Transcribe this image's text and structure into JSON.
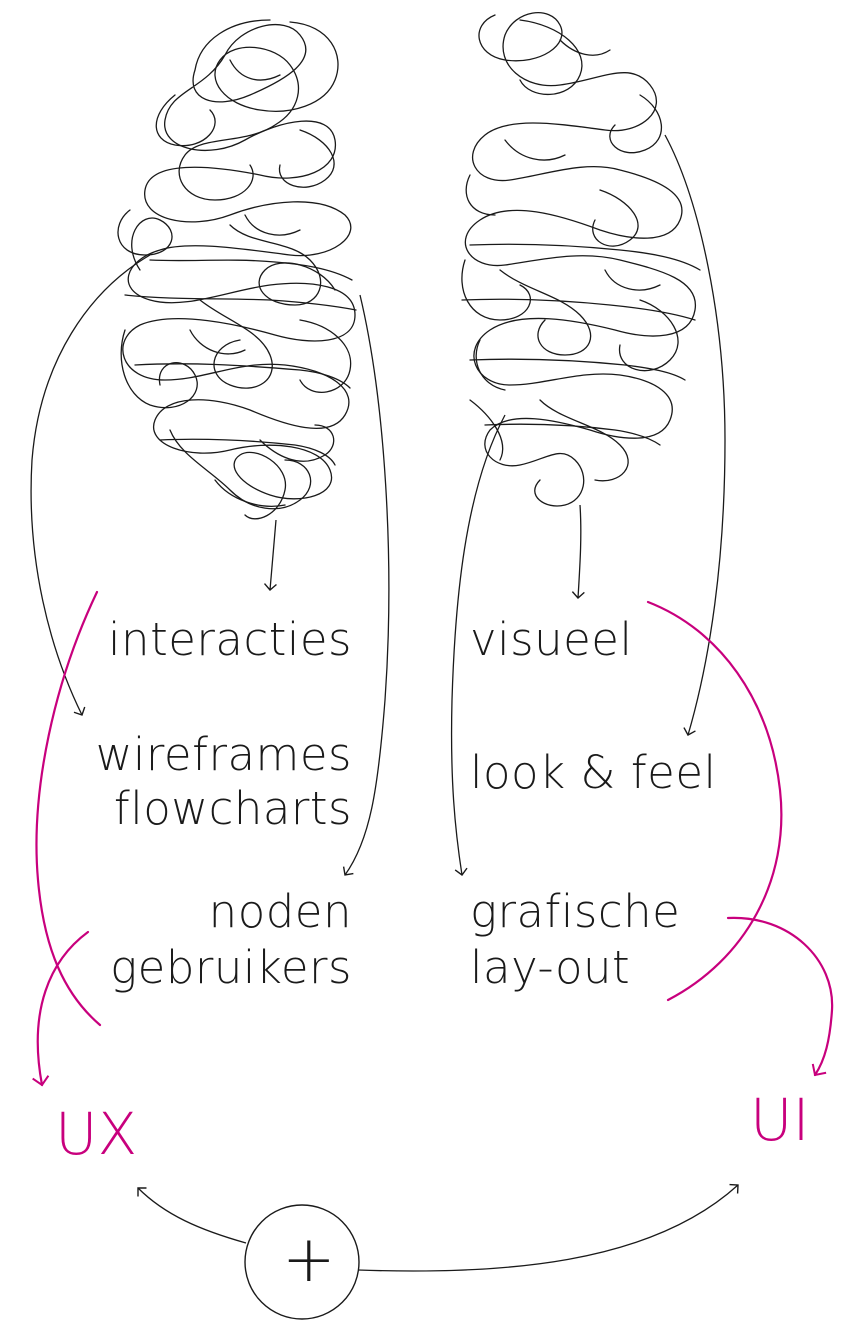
{
  "labels": {
    "interacties": "interacties",
    "wireframes": "wireframes",
    "flowcharts": "flowcharts",
    "noden": "noden",
    "gebruikers": "gebruikers",
    "visueel": "visueel",
    "look_feel": "look & feel",
    "grafische": "grafische",
    "layout": "lay-out",
    "ux": "UX",
    "ui": "UI",
    "plus": "+"
  },
  "colors": {
    "accent": "#c8007d",
    "ink": "#1a1a1a",
    "background": "#ffffff"
  },
  "icons": [
    "left-brain-scribble-icon",
    "right-brain-scribble-icon",
    "plus-circle-icon"
  ]
}
